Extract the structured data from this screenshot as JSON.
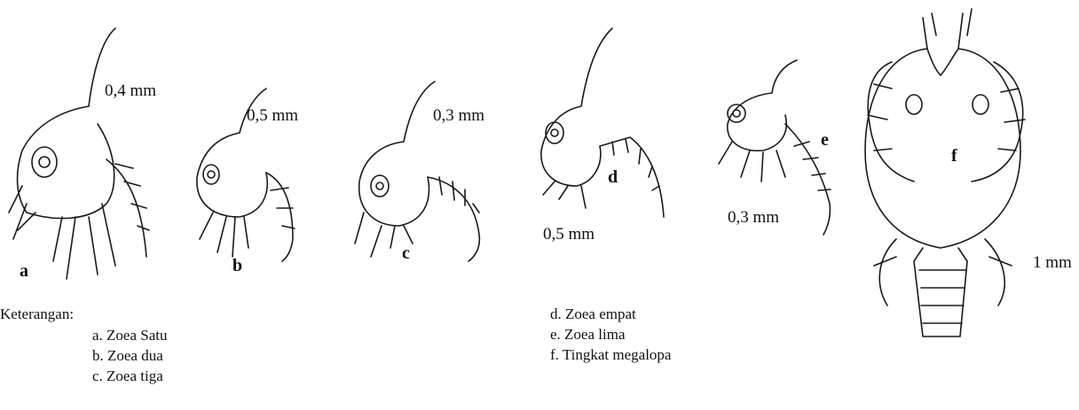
{
  "figure": {
    "stages": [
      {
        "letter": "a",
        "size": "0,4 mm"
      },
      {
        "letter": "b",
        "size": "0,5 mm"
      },
      {
        "letter": "c",
        "size": "0,3 mm"
      },
      {
        "letter": "d",
        "size": "0,5 mm"
      },
      {
        "letter": "e",
        "size": "0,3 mm"
      },
      {
        "letter": "f",
        "size": "1 mm"
      }
    ]
  },
  "legend": {
    "heading": "Keterangan:",
    "items": [
      "a.  Zoea Satu",
      "b. Zoea dua",
      "c.  Zoea tiga",
      "d. Zoea empat",
      "e.  Zoea lima",
      "f.  Tingkat megalopa"
    ]
  }
}
